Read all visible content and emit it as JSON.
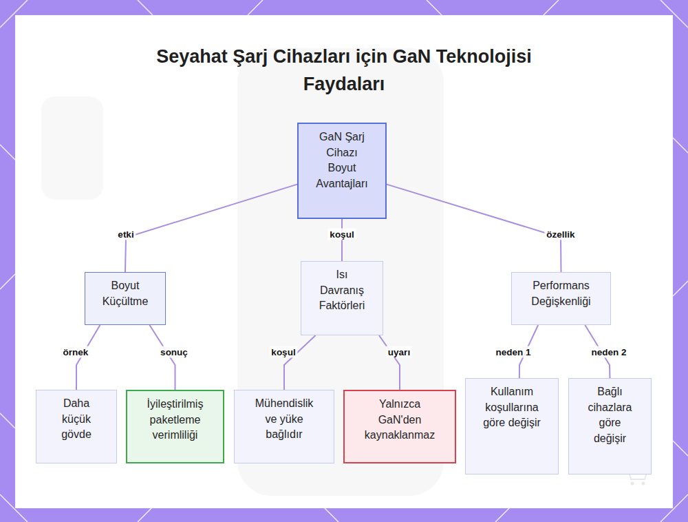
{
  "diagram": {
    "title": "Seyahat Şarj Cihazları için GaN Teknolojisi Faydaları",
    "nodes": [
      {
        "text": [
          "GaN Şarj Cihazı Boyut Avantajları"
        ]
      },
      {
        "text": [
          "Boyut Küçültme"
        ]
      },
      {
        "text": [
          "Isı Davranış Faktörleri"
        ]
      },
      {
        "text": [
          "Performans Değişkenliği"
        ]
      },
      {
        "text": [
          "Daha küçük gövde"
        ]
      },
      {
        "text": [
          "İyileştirilmiş paketleme verimliliği"
        ]
      },
      {
        "text": [
          "Mühendislik ve yüke bağlıdır"
        ]
      },
      {
        "text": [
          "Yalnızca GaN'den kaynaklanmaz"
        ]
      },
      {
        "text": [
          "Kullanım koşullarına göre değişir"
        ]
      },
      {
        "text": [
          "Bağlı cihazlara göre değişir"
        ]
      }
    ],
    "edges": [
      {
        "from": 0,
        "to": 1,
        "label": "etki",
        "arrow": "none"
      },
      {
        "from": 0,
        "to": 2,
        "label": "koşul",
        "arrow": "none"
      },
      {
        "from": 0,
        "to": 3,
        "label": "özellik",
        "arrow": "none"
      },
      {
        "from": 1,
        "to": 4,
        "label": "örnek",
        "arrow": "none"
      },
      {
        "from": 1,
        "to": 5,
        "label": "sonuç",
        "arrow": "none"
      },
      {
        "from": 2,
        "to": 6,
        "label": "koşul",
        "arrow": "none"
      },
      {
        "from": 2,
        "to": 7,
        "label": "uyarı",
        "arrow": "none"
      },
      {
        "from": 3,
        "to": 8,
        "label": "neden 1",
        "arrow": "none"
      },
      {
        "from": 3,
        "to": 9,
        "label": "neden 2",
        "arrow": "none"
      }
    ]
  }
}
